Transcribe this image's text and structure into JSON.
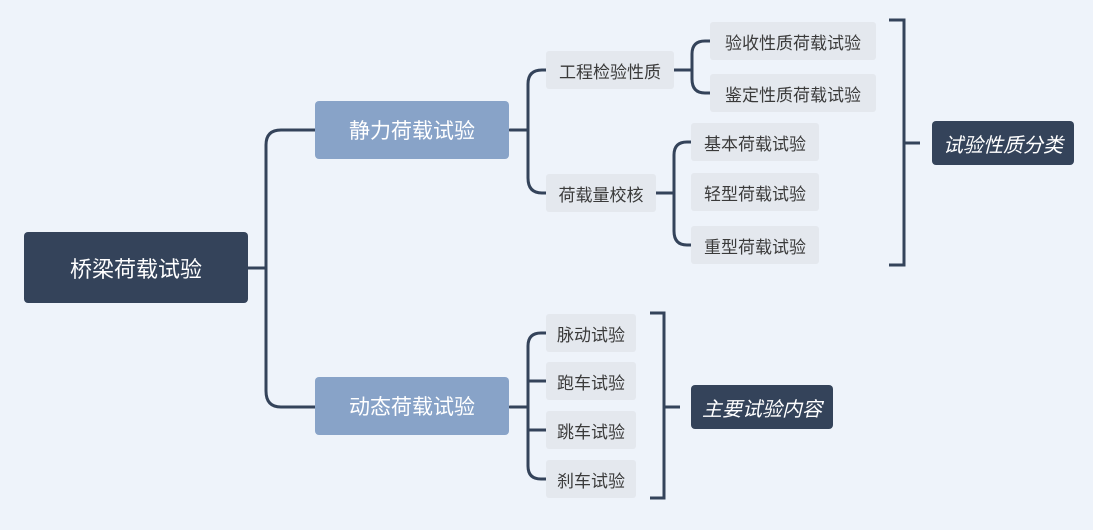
{
  "root": {
    "label": "桥梁荷载试验"
  },
  "branches": [
    {
      "label": "静力荷载试验",
      "children": [
        {
          "label": "工程检验性质",
          "children": [
            "验收性质荷载试验",
            "鉴定性质荷载试验"
          ]
        },
        {
          "label": "荷载量校核",
          "children": [
            "基本荷载试验",
            "轻型荷载试验",
            "重型荷载试验"
          ]
        }
      ],
      "summary": "试验性质分类"
    },
    {
      "label": "动态荷载试验",
      "children": [
        {
          "label": "脉动试验"
        },
        {
          "label": "跑车试验"
        },
        {
          "label": "跳车试验"
        },
        {
          "label": "刹车试验"
        }
      ],
      "summary": "主要试验内容"
    }
  ]
}
